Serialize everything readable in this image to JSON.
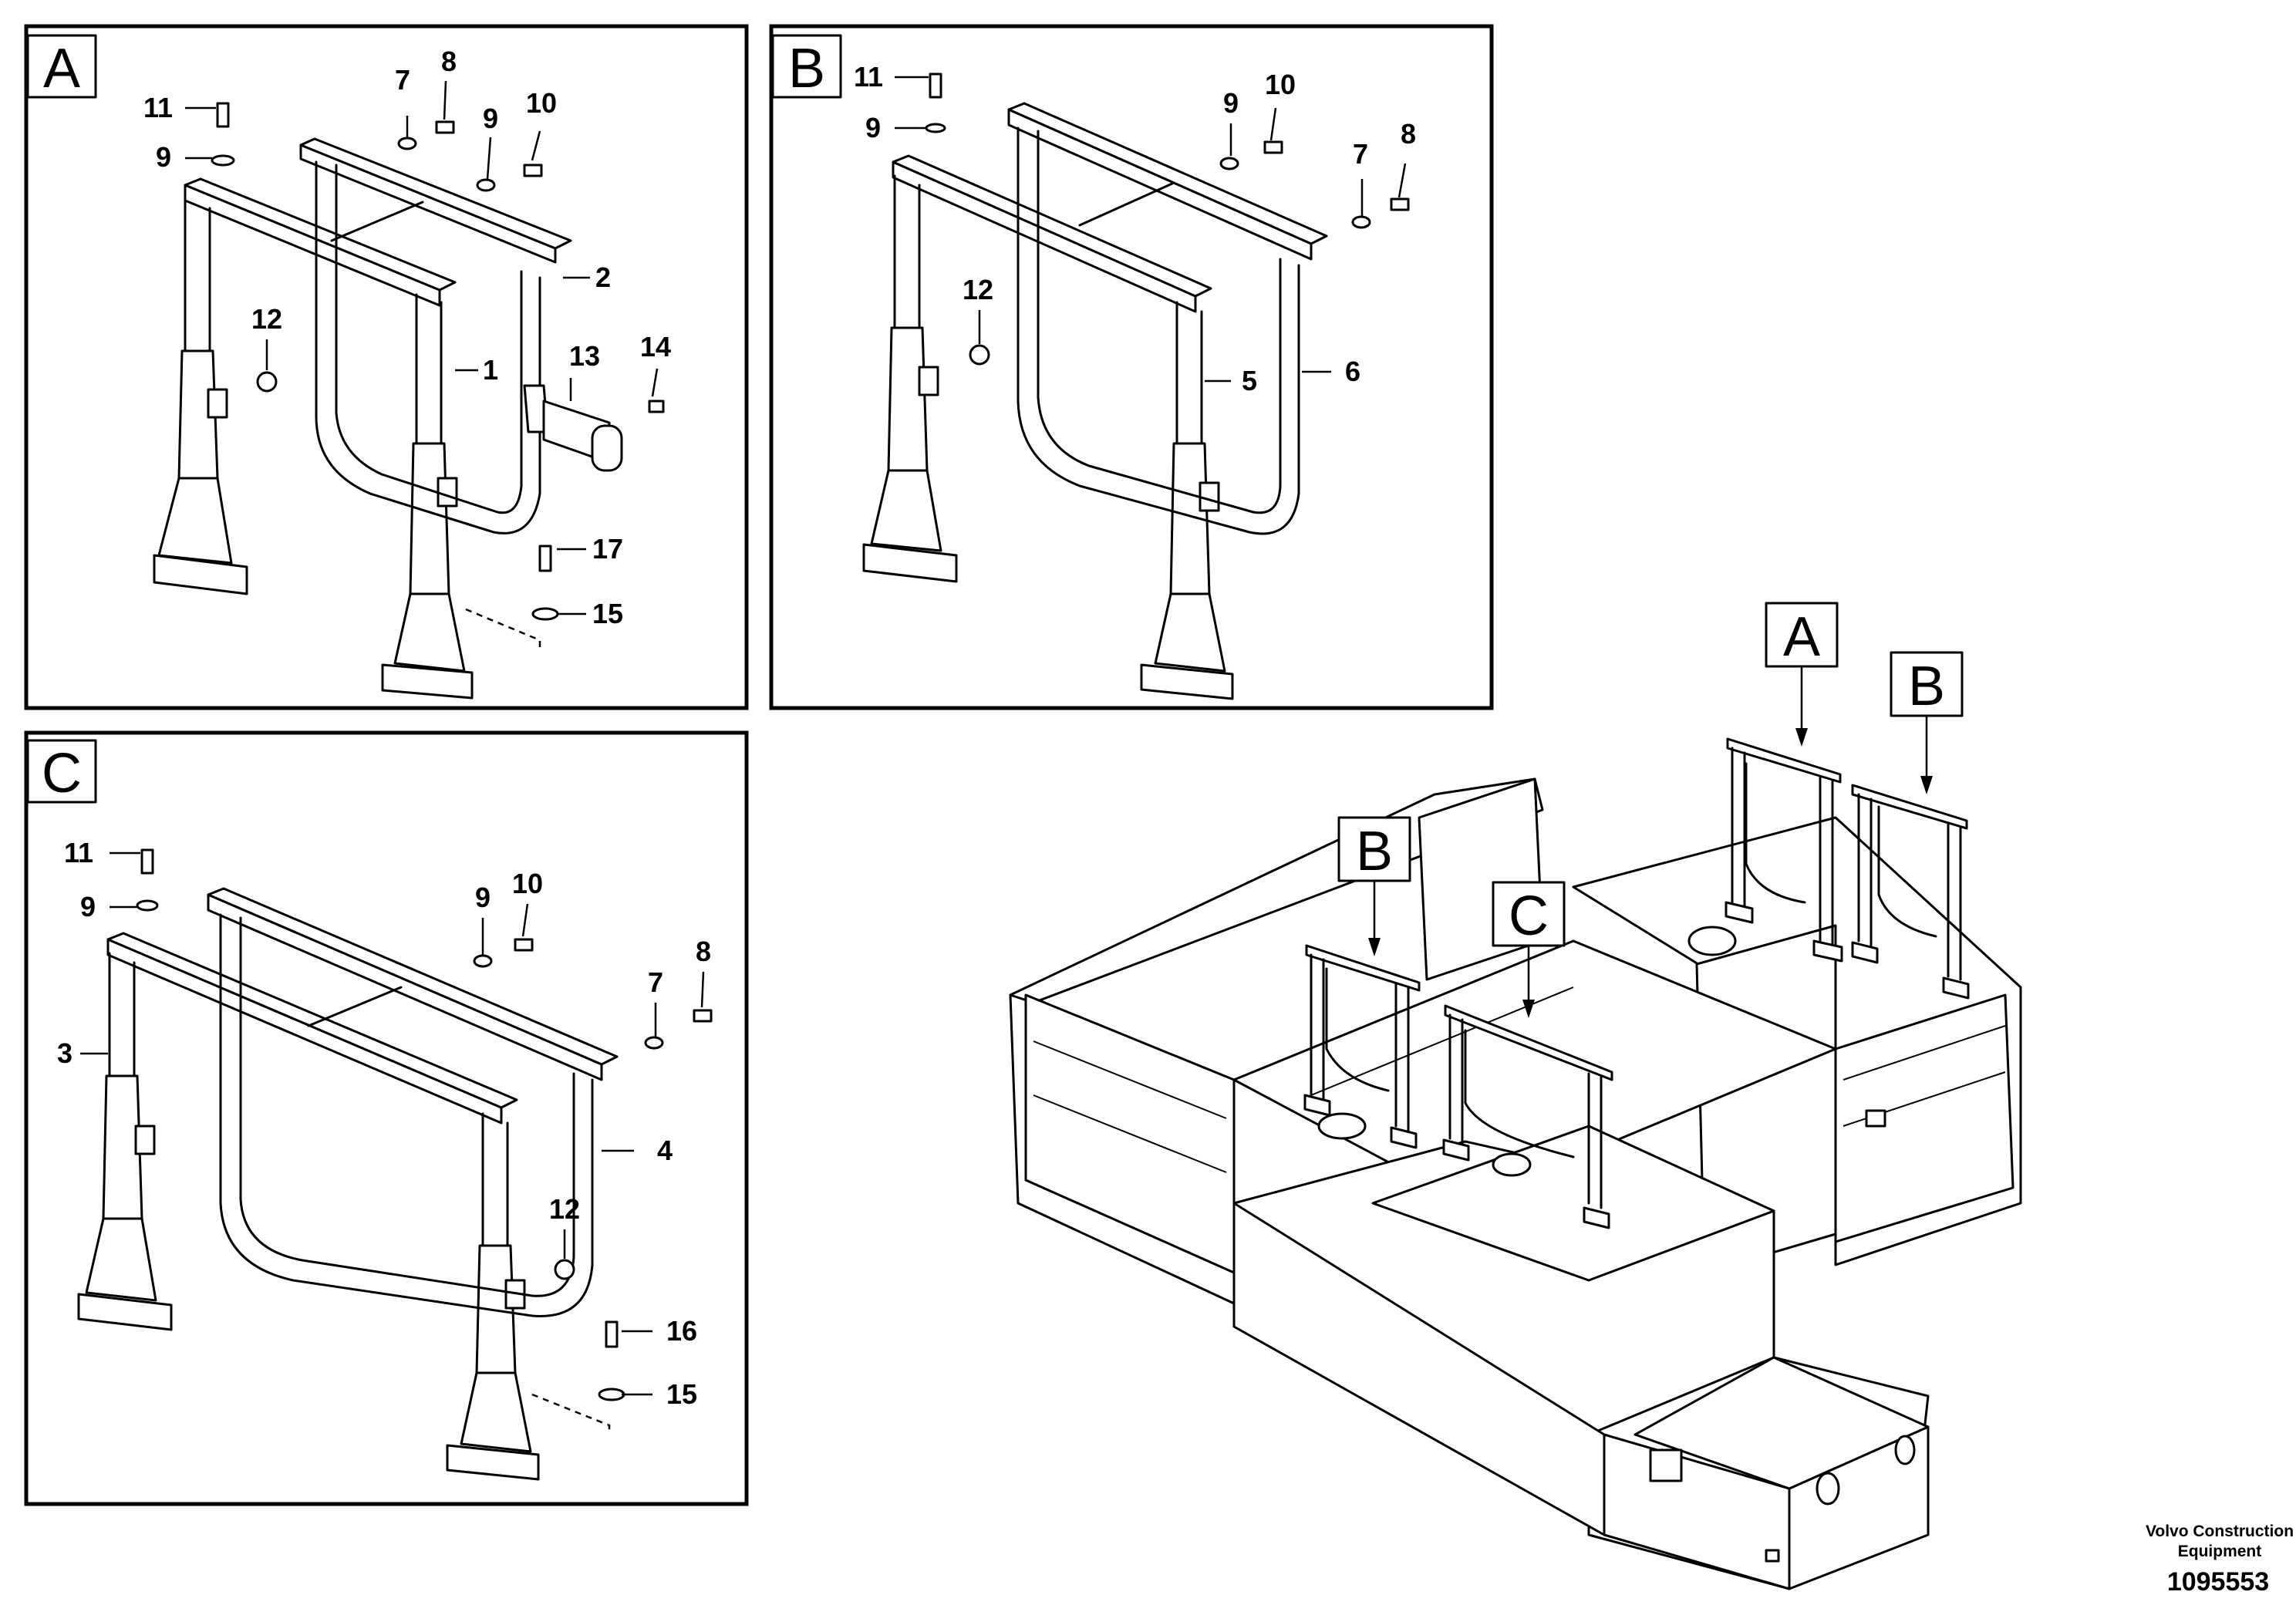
{
  "panels": [
    {
      "letter": "A",
      "callouts": [
        {
          "id": "11",
          "label": "11"
        },
        {
          "id": "9a",
          "label": "9"
        },
        {
          "id": "7",
          "label": "7"
        },
        {
          "id": "8",
          "label": "8"
        },
        {
          "id": "9b",
          "label": "9"
        },
        {
          "id": "10",
          "label": "10"
        },
        {
          "id": "2",
          "label": "2"
        },
        {
          "id": "12",
          "label": "12"
        },
        {
          "id": "1",
          "label": "1"
        },
        {
          "id": "13",
          "label": "13"
        },
        {
          "id": "14",
          "label": "14"
        },
        {
          "id": "17",
          "label": "17"
        },
        {
          "id": "15",
          "label": "15"
        }
      ]
    },
    {
      "letter": "B",
      "callouts": [
        {
          "id": "11",
          "label": "11"
        },
        {
          "id": "9a",
          "label": "9"
        },
        {
          "id": "9b",
          "label": "9"
        },
        {
          "id": "10",
          "label": "10"
        },
        {
          "id": "7",
          "label": "7"
        },
        {
          "id": "8",
          "label": "8"
        },
        {
          "id": "12",
          "label": "12"
        },
        {
          "id": "5",
          "label": "5"
        },
        {
          "id": "6",
          "label": "6"
        }
      ]
    },
    {
      "letter": "C",
      "callouts": [
        {
          "id": "11",
          "label": "11"
        },
        {
          "id": "9a",
          "label": "9"
        },
        {
          "id": "9b",
          "label": "9"
        },
        {
          "id": "10",
          "label": "10"
        },
        {
          "id": "7",
          "label": "7"
        },
        {
          "id": "8",
          "label": "8"
        },
        {
          "id": "3",
          "label": "3"
        },
        {
          "id": "4",
          "label": "4"
        },
        {
          "id": "12",
          "label": "12"
        },
        {
          "id": "16",
          "label": "16"
        },
        {
          "id": "15",
          "label": "15"
        }
      ]
    }
  ],
  "location_tags": [
    "A",
    "B",
    "B",
    "C"
  ],
  "credit_line1": "Volvo Construction",
  "credit_line2": "Equipment",
  "figure_number": "1095553"
}
